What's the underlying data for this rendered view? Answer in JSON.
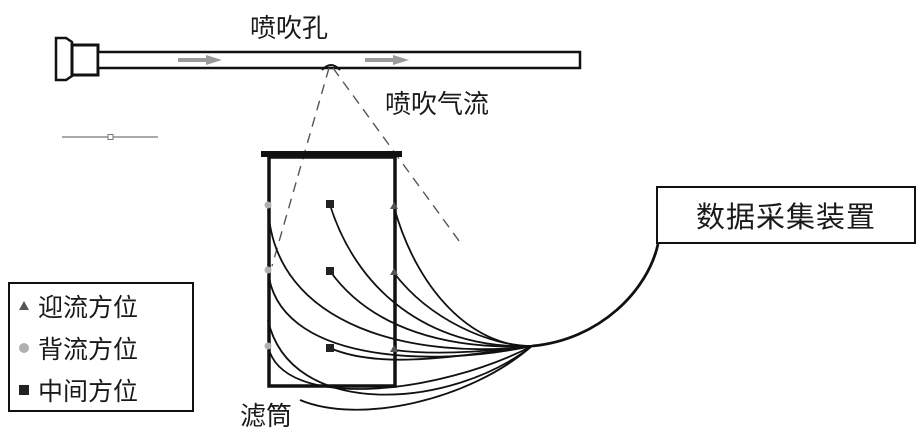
{
  "labels": {
    "nozzle_hole": "喷吹孔",
    "jet_airflow": "喷吹气流",
    "filter_tube": "滤筒",
    "daq_device": "数据采集装置"
  },
  "legend": {
    "items": [
      {
        "key": "upstream",
        "marker": "triangle",
        "label": "迎流方位",
        "color": "#555555"
      },
      {
        "key": "downstream",
        "marker": "circle",
        "label": "背流方位",
        "color": "#b0b0b0"
      },
      {
        "key": "middle",
        "marker": "square",
        "label": "中间方位",
        "color": "#222222"
      }
    ]
  },
  "colors": {
    "line": "#111111",
    "pipe_fill": "#ffffff",
    "arrow": "#9a9a9a",
    "dashed": "#555555"
  }
}
